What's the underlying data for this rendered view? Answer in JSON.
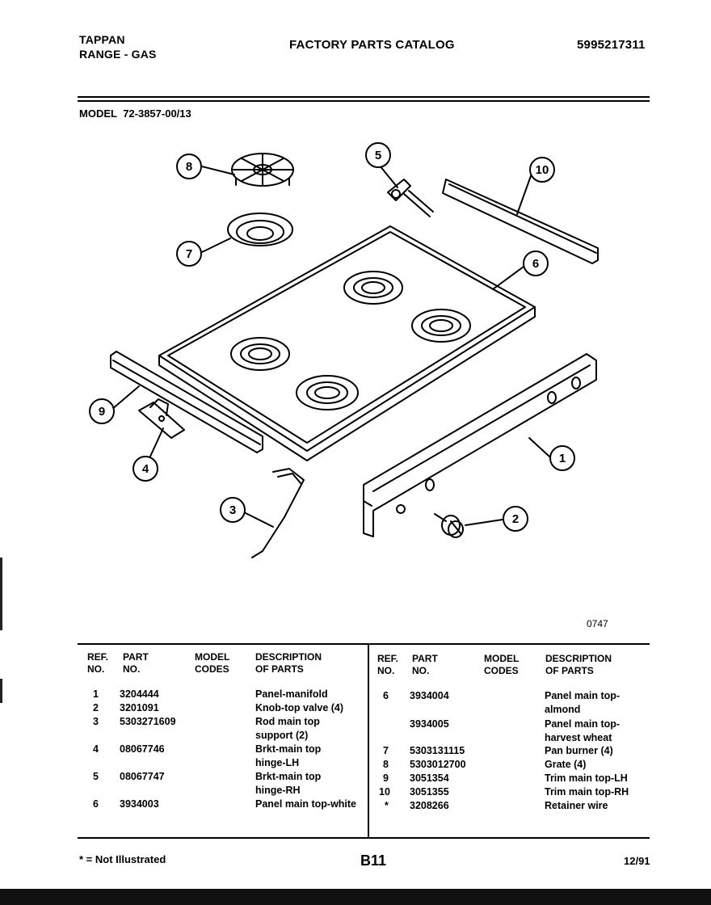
{
  "header": {
    "brand": "TAPPAN",
    "product": "RANGE - GAS",
    "catalog_title": "FACTORY PARTS CATALOG",
    "catalog_number": "5995217311",
    "model_label": "MODEL",
    "model_number": "72-3857-00/13"
  },
  "diagram": {
    "code": "0747",
    "callouts": [
      "1",
      "2",
      "3",
      "4",
      "5",
      "6",
      "7",
      "8",
      "9",
      "10"
    ]
  },
  "table": {
    "headers": {
      "ref": "REF.",
      "ref2": "NO.",
      "part": "PART",
      "part2": "NO.",
      "model": "MODEL",
      "model2": "CODES",
      "desc": "DESCRIPTION",
      "desc2": "OF PARTS"
    },
    "left_rows": [
      {
        "ref": "1",
        "part": "3204444",
        "desc": "Panel-manifold"
      },
      {
        "ref": "2",
        "part": "3201091",
        "desc": "Knob-top valve (4)"
      },
      {
        "ref": "3",
        "part": "5303271609",
        "desc": "Rod main top support (2)"
      },
      {
        "ref": "4",
        "part": "08067746",
        "desc": "Brkt-main top hinge-LH"
      },
      {
        "ref": "5",
        "part": "08067747",
        "desc": "Brkt-main top hinge-RH"
      },
      {
        "ref": "6",
        "part": "3934003",
        "desc": "Panel main top-white"
      }
    ],
    "right_rows": [
      {
        "ref": "6",
        "part": "3934004",
        "desc": "Panel main top-almond"
      },
      {
        "ref": "",
        "part": "3934005",
        "desc": "Panel main top-harvest wheat"
      },
      {
        "ref": "7",
        "part": "5303131115",
        "desc": "Pan burner (4)"
      },
      {
        "ref": "8",
        "part": "5303012700",
        "desc": "Grate (4)"
      },
      {
        "ref": "9",
        "part": "3051354",
        "desc": "Trim main top-LH"
      },
      {
        "ref": "10",
        "part": "3051355",
        "desc": "Trim main top-RH"
      },
      {
        "ref": "*",
        "part": "3208266",
        "desc": "Retainer wire"
      }
    ]
  },
  "footer": {
    "note": "* = Not Illustrated",
    "page": "B11",
    "date": "12/91"
  }
}
